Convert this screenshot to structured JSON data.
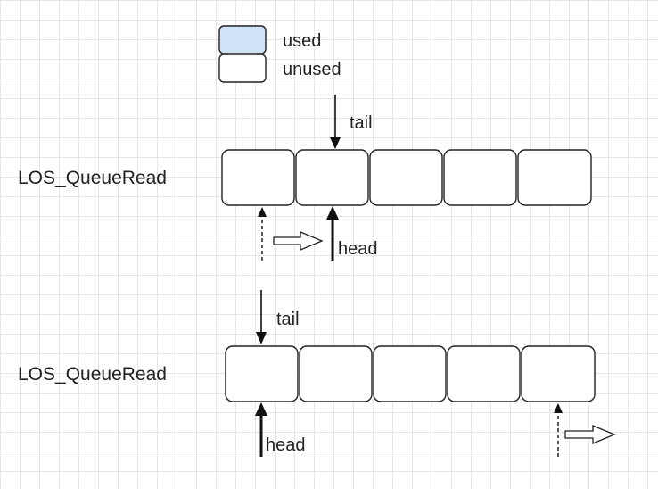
{
  "legend": {
    "used_label": "used",
    "unused_label": "unused",
    "used_color": "#cfe2f6",
    "unused_color": "#ffffff"
  },
  "steps": [
    {
      "operation_label": "LOS_QueueRead",
      "tail_label": "tail",
      "head_label": "head",
      "slot_count": 5
    },
    {
      "operation_label": "LOS_QueueRead",
      "tail_label": "tail",
      "head_label": "head",
      "slot_count": 5
    }
  ]
}
